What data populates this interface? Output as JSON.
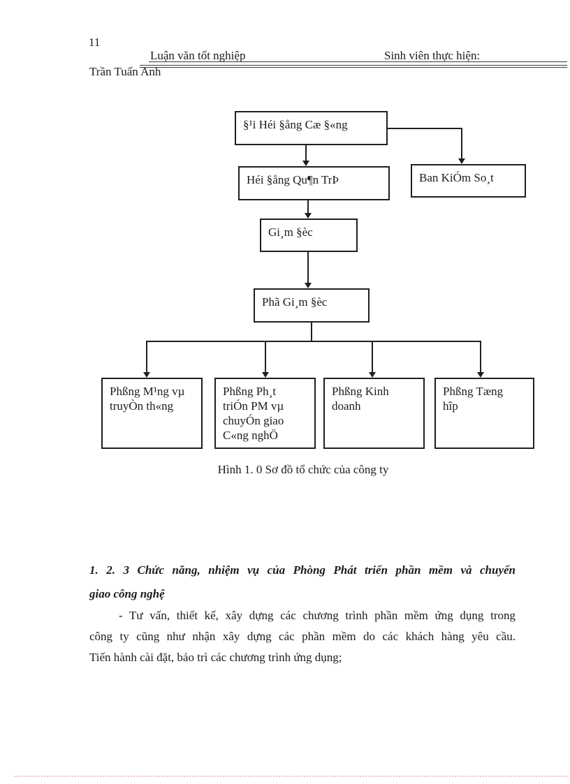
{
  "page_number": "11",
  "header": {
    "left_title": "Luận văn tốt nghiệp",
    "right_label": "Sinh viên thực hiện:",
    "author": "Trần Tuấn Anh"
  },
  "org_chart": {
    "caption": "Hình 1. 0 Sơ đồ tổ chức của công ty",
    "boxes": {
      "dhdcd": "§¹i Héi §ång Cæ §«ng",
      "hdqt": "Héi §ång Qu¶n TrÞ",
      "bks": "Ban KiÓm So¸t",
      "gd": "Gi¸m §èc",
      "pgd": "Phã Gi¸m §èc",
      "p_mang": "Phßng M¹ng vµ\ntruyÒn th«ng",
      "p_phat_trien": "Phßng Ph¸t\ntriÓn PM vµ\nchuyÓn giao\nC«ng nghÖ",
      "p_kinh_doanh": "Phßng Kinh\ndoanh",
      "p_tong_hop": "Phßng Tæng\nhîp"
    }
  },
  "section": {
    "heading_line1": "1. 2. 3 Chức năng, nhiệm vụ của Phòng Phát triển phần mềm và chuyển",
    "heading_line2": "giao công nghệ",
    "paragraph_line1": "- Tư vấn, thiết kế, xây dựng các chương trình phần mềm ứng dụng trong",
    "paragraph_line2": "công ty cũng như nhận xây dựng các phần mềm do các khách hàng yêu cầu.",
    "paragraph_line3": "Tiến hành cài đặt, bảo trì các chương trình ứng dụng;"
  },
  "colors": {
    "ink": "#1f1f1f",
    "dotted_line": "#f4b7c7"
  }
}
